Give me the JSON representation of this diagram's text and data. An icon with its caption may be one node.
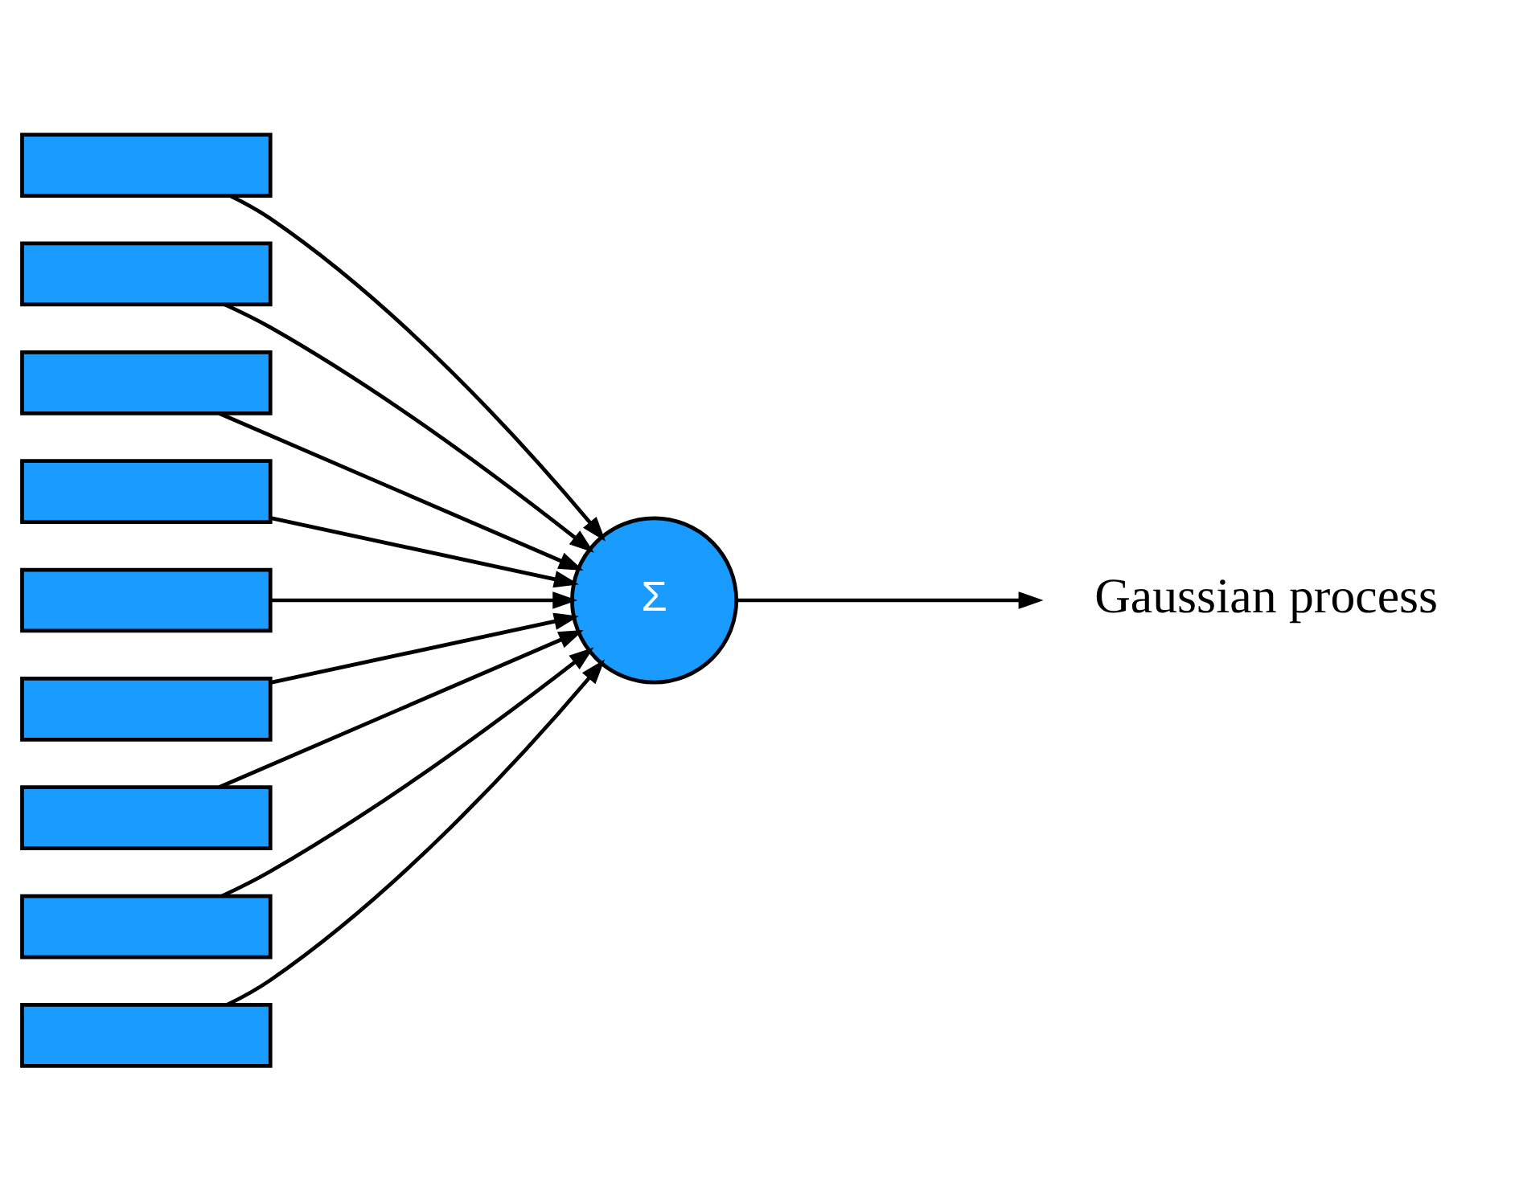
{
  "diagram": {
    "nodes": [
      {
        "text": [],
        "shape": "box"
      },
      {
        "text": [],
        "shape": "box"
      },
      {
        "text": [],
        "shape": "box"
      },
      {
        "text": [],
        "shape": "box"
      },
      {
        "text": [],
        "shape": "box"
      },
      {
        "text": [],
        "shape": "box"
      },
      {
        "text": [],
        "shape": "box"
      },
      {
        "text": [],
        "shape": "box"
      },
      {
        "text": [],
        "shape": "box"
      },
      {
        "text": [
          "Σ"
        ]
      },
      {
        "text": [
          "Gaussian process"
        ]
      }
    ],
    "edges": [
      {
        "from": 0,
        "to": 9,
        "arrow": "to"
      },
      {
        "from": 1,
        "to": 9,
        "arrow": "to"
      },
      {
        "from": 2,
        "to": 9,
        "arrow": "to"
      },
      {
        "from": 3,
        "to": 9,
        "arrow": "to"
      },
      {
        "from": 4,
        "to": 9,
        "arrow": "to"
      },
      {
        "from": 5,
        "to": 9,
        "arrow": "to"
      },
      {
        "from": 6,
        "to": 9,
        "arrow": "to"
      },
      {
        "from": 7,
        "to": 9,
        "arrow": "to"
      },
      {
        "from": 8,
        "to": 9,
        "arrow": "to"
      },
      {
        "from": 9,
        "to": 10,
        "arrow": "to"
      }
    ]
  }
}
